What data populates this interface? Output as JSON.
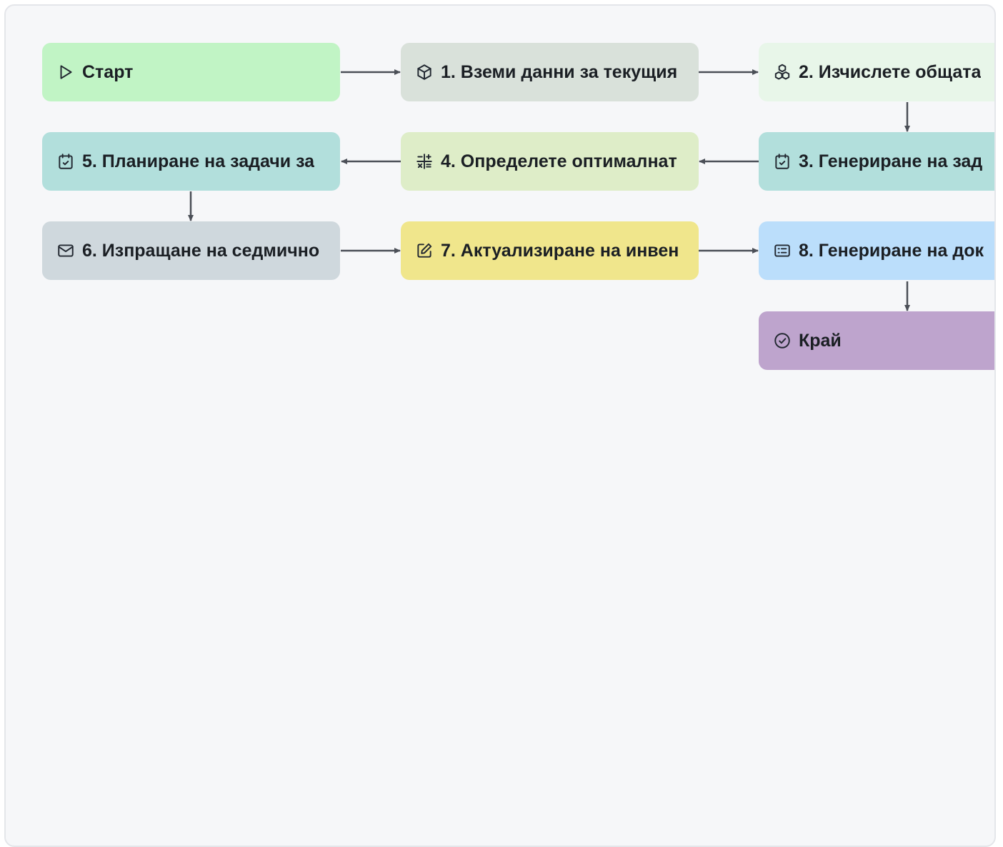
{
  "flow": {
    "nodes": [
      {
        "id": "start",
        "label": "Старт",
        "icon": "play-icon",
        "color": "#c1f4c5"
      },
      {
        "id": "n1",
        "label": "1. Вземи данни за текущия",
        "icon": "box-icon",
        "color": "#d9e1da"
      },
      {
        "id": "n2",
        "label": "2. Изчислете общата",
        "icon": "boxes-icon",
        "color": "#e8f6e9"
      },
      {
        "id": "n3",
        "label": "3. Генериране на зад",
        "icon": "calendar-check-icon",
        "color": "#b2dfdc"
      },
      {
        "id": "n4",
        "label": "4. Определете оптималнат",
        "icon": "calculator-icon",
        "color": "#deedc8"
      },
      {
        "id": "n5",
        "label": "5. Планиране на задачи за",
        "icon": "calendar-check-icon",
        "color": "#b2dfdc"
      },
      {
        "id": "n6",
        "label": "6. Изпращане на седмично",
        "icon": "mail-icon",
        "color": "#cfd8dd"
      },
      {
        "id": "n7",
        "label": "7. Актуализиране на инвен",
        "icon": "pencil-square-icon",
        "color": "#f0e68c"
      },
      {
        "id": "n8",
        "label": "8. Генериране на док",
        "icon": "list-card-icon",
        "color": "#bbdefb"
      },
      {
        "id": "end",
        "label": "Край",
        "icon": "check-circle-icon",
        "color": "#bea4cd"
      }
    ],
    "edge_color": "#4b4f57"
  }
}
